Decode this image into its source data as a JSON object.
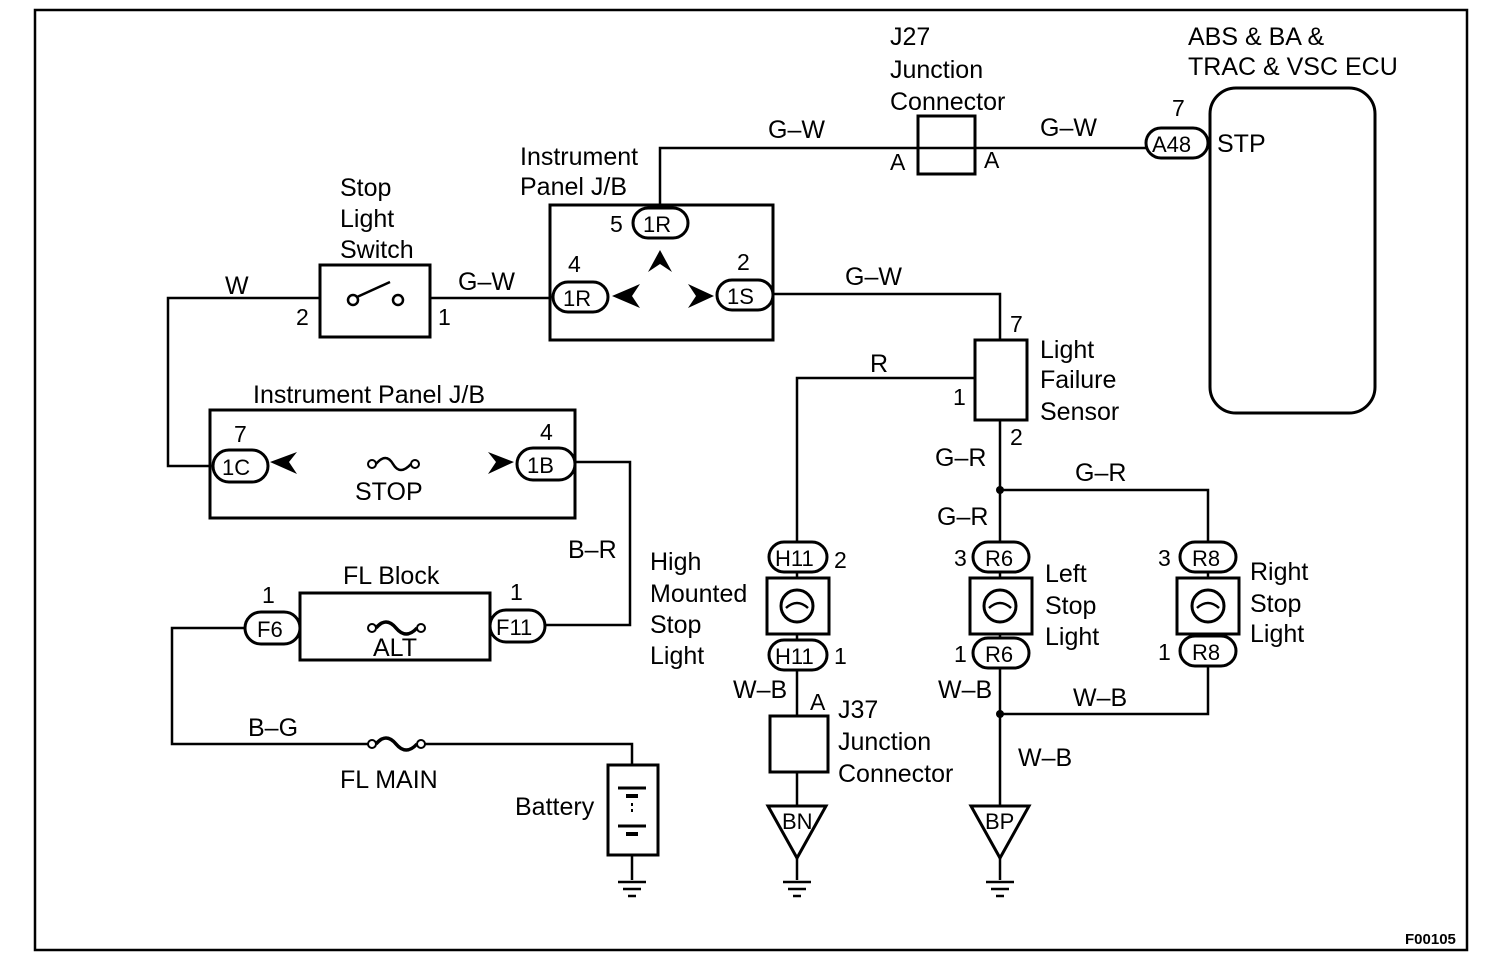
{
  "figure_id": "F00105",
  "components": {
    "ecu": {
      "title_line1": "ABS & BA &",
      "title_line2": "TRAC & VSC ECU",
      "terminal": "STP",
      "connector": "A48",
      "pin": "7"
    },
    "j27": {
      "line1": "J27",
      "line2": "Junction",
      "line3": "Connector",
      "pin_left": "A",
      "pin_right": "A"
    },
    "ip_jb_top": {
      "line1": "Instrument",
      "line2": "Panel J/B",
      "c_top": "1R",
      "c_top_pin": "5",
      "c_left": "1R",
      "c_left_pin": "4",
      "c_right": "1S",
      "c_right_pin": "2"
    },
    "stop_switch": {
      "line1": "Stop",
      "line2": "Light",
      "line3": "Switch",
      "pin_left": "2",
      "pin_right": "1"
    },
    "ip_jb_bottom": {
      "title": "Instrument Panel J/B",
      "c_left": "1C",
      "c_left_pin": "7",
      "c_right": "1B",
      "c_right_pin": "4",
      "fuse": "STOP"
    },
    "fl_block": {
      "title": "FL Block",
      "c_left": "F6",
      "c_left_pin": "1",
      "c_right": "F11",
      "c_right_pin": "1",
      "fuse": "ALT"
    },
    "fl_main": {
      "label": "FL MAIN"
    },
    "battery": {
      "label": "Battery"
    },
    "light_failure_sensor": {
      "line1": "Light",
      "line2": "Failure",
      "line3": "Sensor",
      "pin_top": "7",
      "pin_left": "1",
      "pin_bottom": "2"
    },
    "high_mount": {
      "line1": "High",
      "line2": "Mounted",
      "line3": "Stop",
      "line4": "Light",
      "c_top": "H11",
      "c_top_pin": "2",
      "c_bottom": "H11",
      "c_bottom_pin": "1"
    },
    "left_stop": {
      "line1": "Left",
      "line2": "Stop",
      "line3": "Light",
      "c_top": "R6",
      "c_top_pin": "3",
      "c_bottom": "R6",
      "c_bottom_pin": "1"
    },
    "right_stop": {
      "line1": "Right",
      "line2": "Stop",
      "line3": "Light",
      "c_top": "R8",
      "c_top_pin": "3",
      "c_bottom": "R8",
      "c_bottom_pin": "1"
    },
    "j37": {
      "line1": "J37",
      "line2": "Junction",
      "line3": "Connector",
      "pin": "A"
    },
    "ground_bn": {
      "label": "BN"
    },
    "ground_bp": {
      "label": "BP"
    }
  },
  "wires": {
    "w1": "G–W",
    "w2": "G–W",
    "w3": "G–W",
    "w4": "G–W",
    "w5": "W",
    "w6": "R",
    "w7": "G–R",
    "w8": "G–R",
    "w9": "G–R",
    "w10": "B–R",
    "w11": "B–G",
    "w12": "W–B",
    "w13": "W–B",
    "w14": "W–B",
    "w15": "W–B"
  }
}
